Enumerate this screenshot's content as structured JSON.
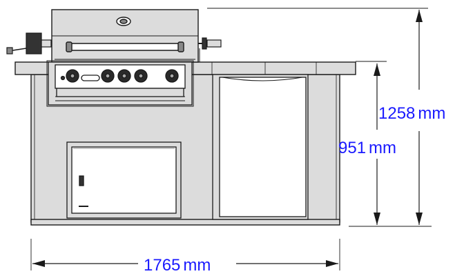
{
  "dimensions": {
    "overall_height": {
      "value": "1258",
      "unit": "mm"
    },
    "counter_height": {
      "value": "951",
      "unit": "mm"
    },
    "overall_width": {
      "value": "1765",
      "unit": "mm"
    }
  },
  "colors": {
    "line": "#1a1aff",
    "panel": "#dcdcdc",
    "stroke": "#1a1a1a"
  }
}
